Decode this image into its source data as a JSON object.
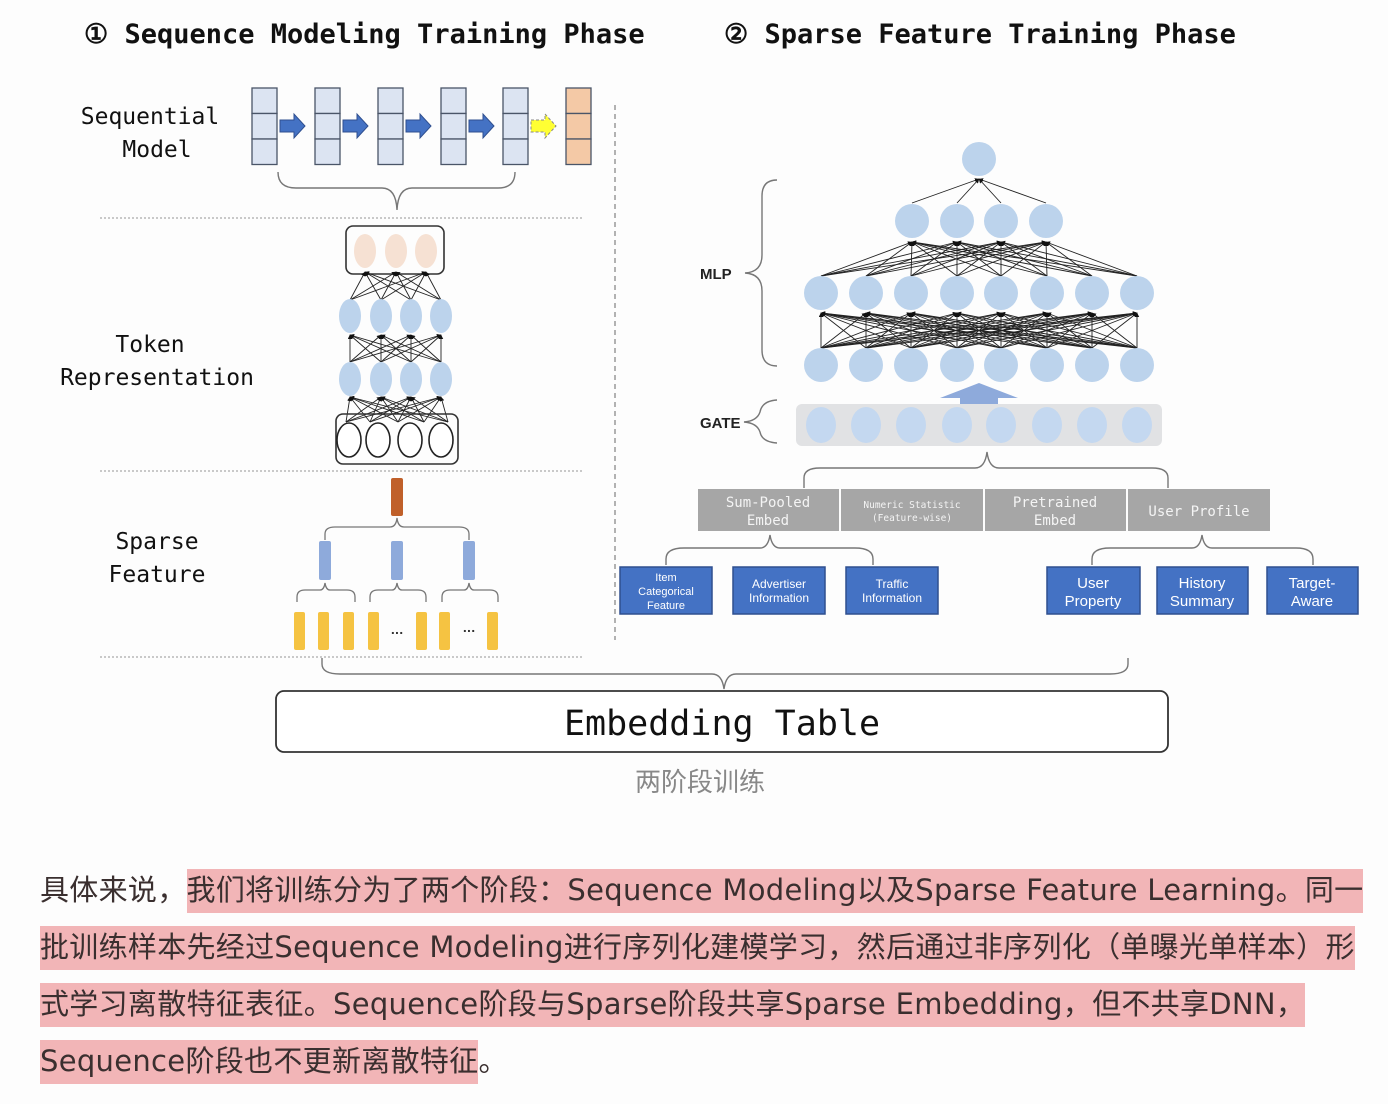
{
  "phase1": {
    "title": "① Sequence Modeling Training Phase",
    "sections": {
      "sequential_model": [
        "Sequential",
        "Model"
      ],
      "token_representation": [
        "Token",
        "Representation"
      ],
      "sparse_feature": [
        "Sparse",
        "Feature"
      ]
    },
    "ellipsis": "..."
  },
  "phase2": {
    "title": "② Sparse Feature Training Phase",
    "mlp_label": "MLP",
    "gate_label": "GATE",
    "feature_groups": [
      {
        "label": [
          "Sum-Pooled",
          "Embed"
        ]
      },
      {
        "label": [
          "Numeric Statistic",
          "(Feature-wise)"
        ]
      },
      {
        "label": [
          "Pretrained",
          "Embed"
        ]
      },
      {
        "label": [
          "User Profile"
        ]
      }
    ],
    "left_inputs": [
      {
        "label": [
          "Item",
          "Categorical",
          "Feature"
        ]
      },
      {
        "label": [
          "Advertiser",
          "Information"
        ]
      },
      {
        "label": [
          "Traffic",
          "Information"
        ]
      }
    ],
    "right_inputs": [
      {
        "label": [
          "User",
          "Property"
        ]
      },
      {
        "label": [
          "History",
          "Summary"
        ]
      },
      {
        "label": [
          "Target-",
          "Aware"
        ]
      }
    ]
  },
  "embedding_table": "Embedding Table",
  "caption": "两阶段训练",
  "paragraph": {
    "plain_start": "具体来说，",
    "highlighted": "我们将训练分为了两个阶段：Sequence Modeling以及Sparse Feature Learning。同一批训练样本先经过Sequence Modeling进行序列化建模学习，然后通过非序列化（单曝光单样本）形式学习离散特征表征。Sequence阶段与Sparse阶段共享Sparse Embedding，但不共享DNN，Sequence阶段也不更新离散特征",
    "plain_end": "。"
  },
  "colors": {
    "node_blue": "#bcd3ec",
    "seq_cell": "#dce4f2",
    "seq_output": "#f4c9a6",
    "arrow_blue": "#4472c4",
    "arrow_yellow": "#ffff33",
    "token_output": "#f6e1d3",
    "bar_orange": "#c0602a",
    "bar_blue": "#8eaadb",
    "bar_yellow": "#f5c342",
    "feature_gray": "#a6a6a6",
    "input_blue": "#4472c4",
    "highlight": "#f2b5b7"
  }
}
